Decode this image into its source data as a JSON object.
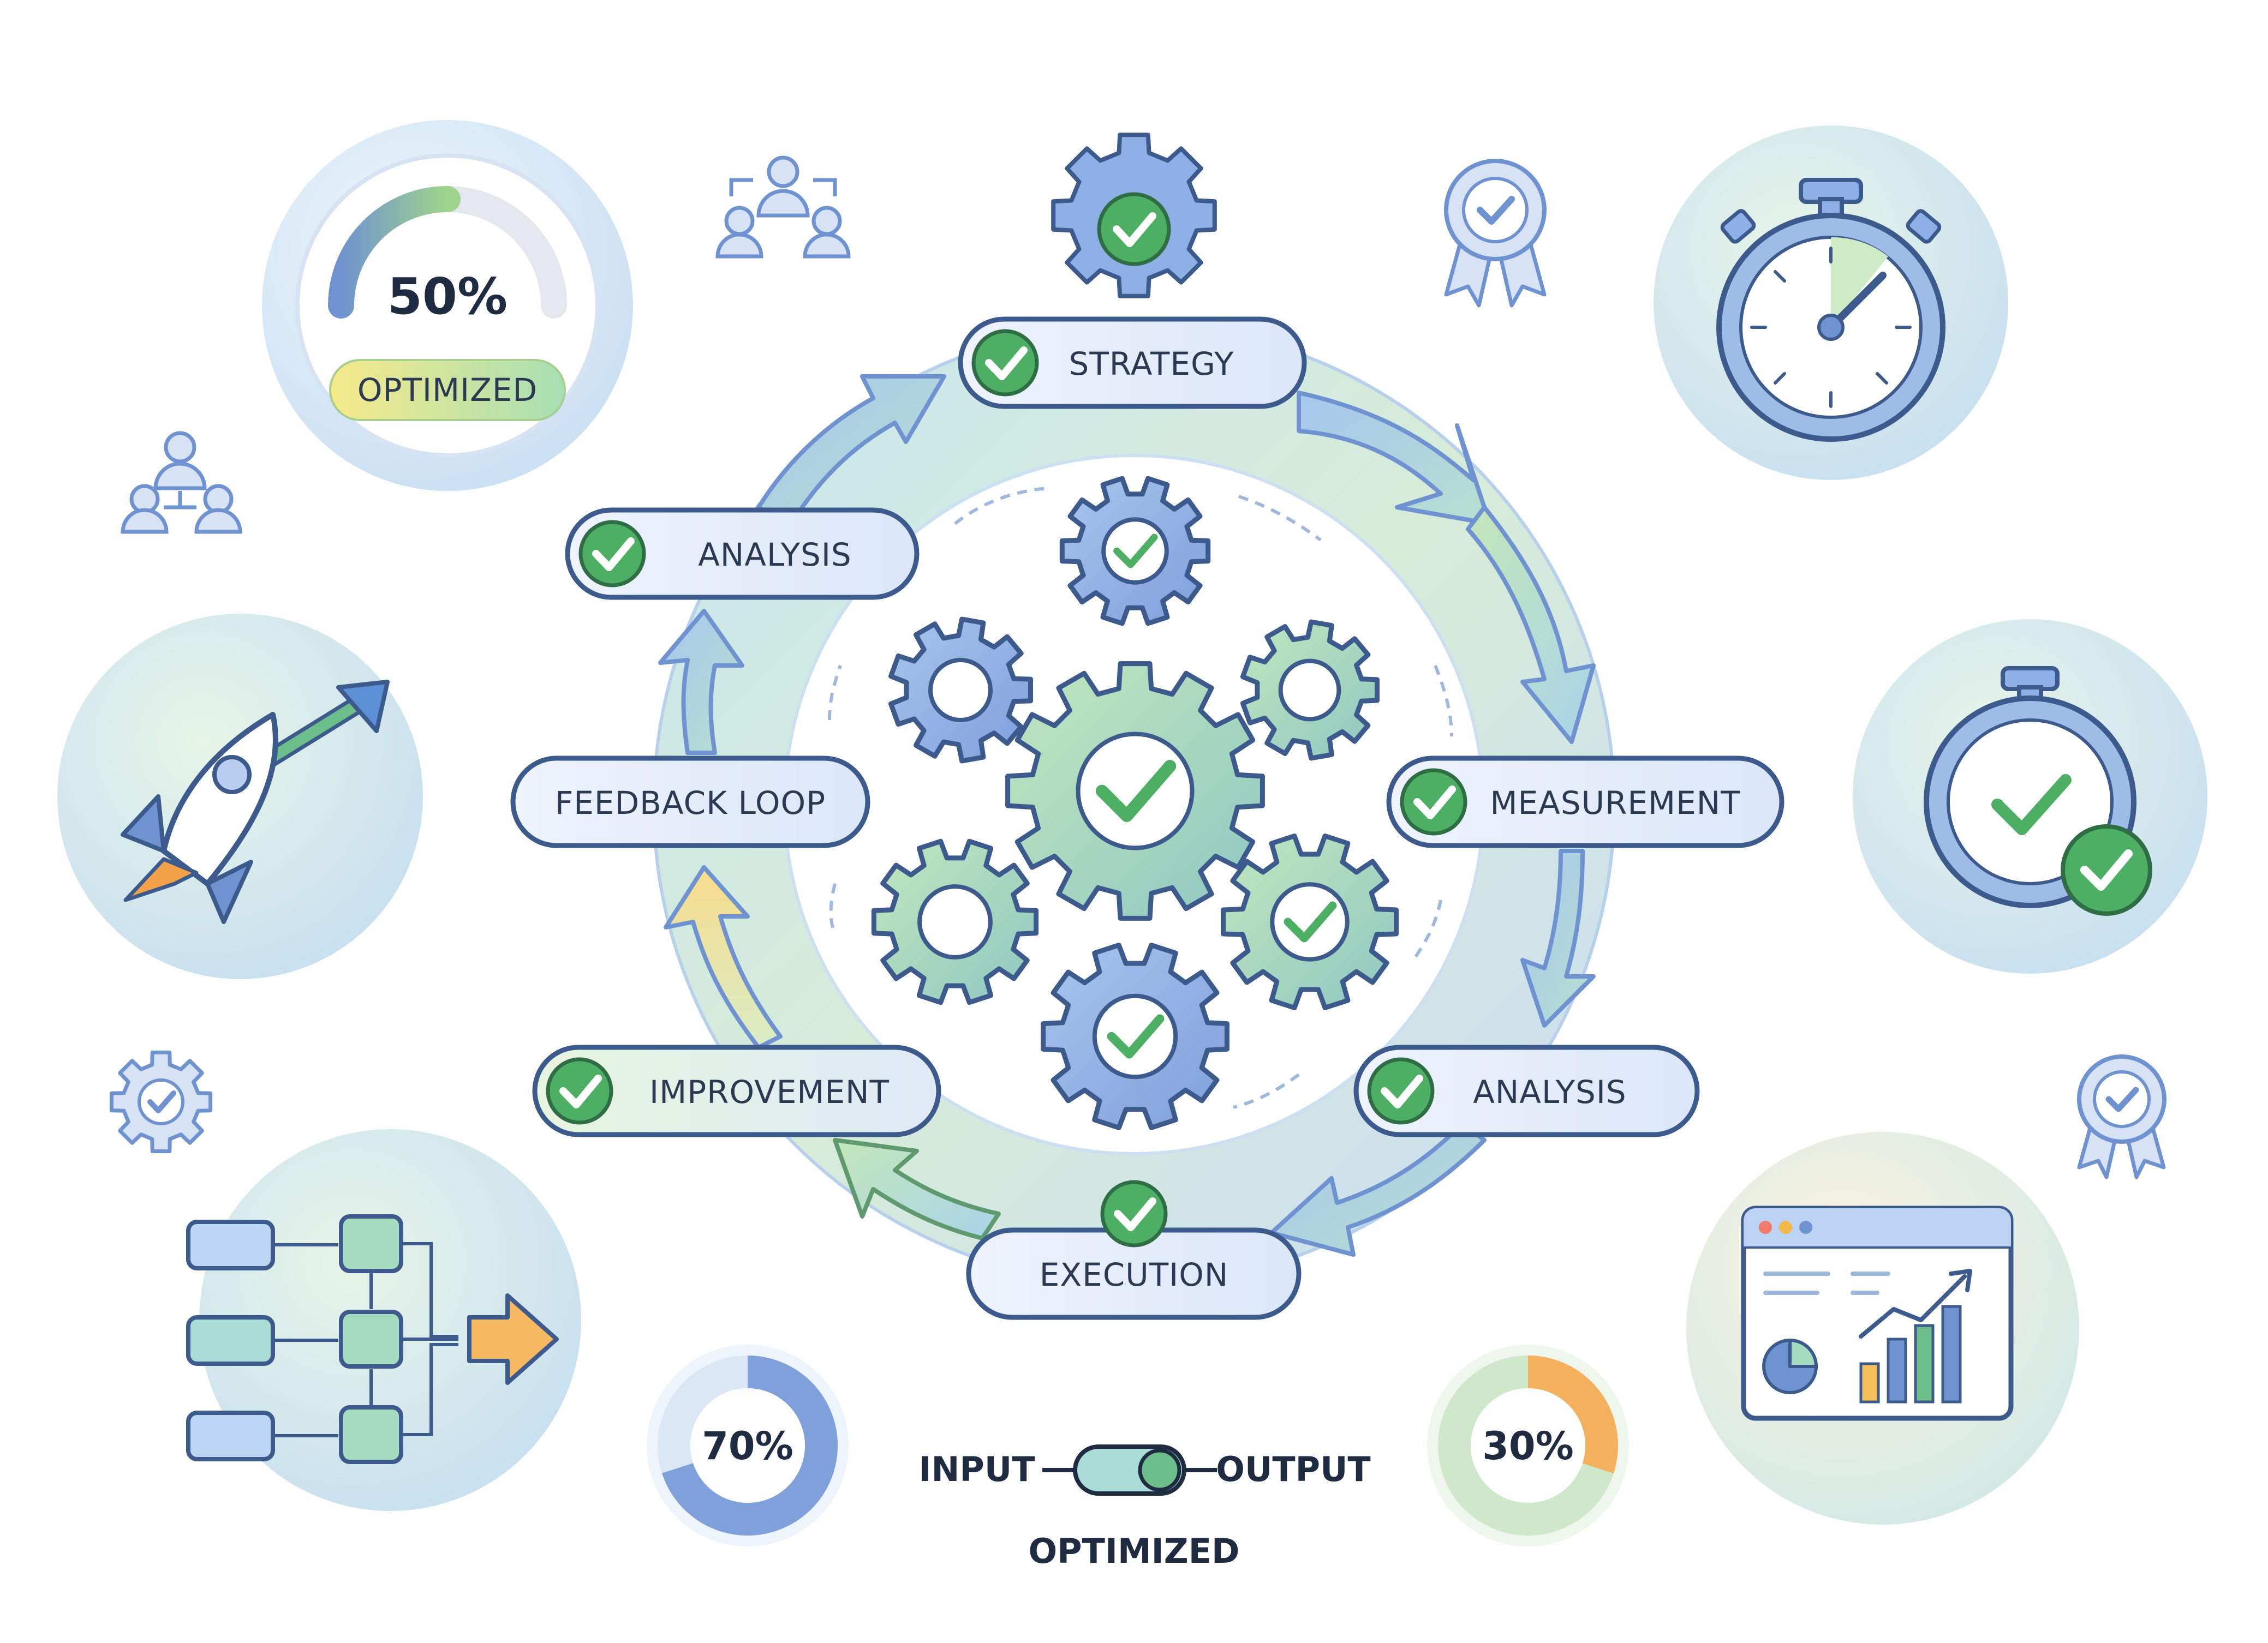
{
  "cycle": {
    "stages": {
      "strategy": "STRATEGY",
      "measurement": "MEASUREMENT",
      "analysis_right": "ANALYSIS",
      "execution": "EXECUTION",
      "improvement": "IMPROVEMENT",
      "feedback_loop": "FEEDBACK LOOP",
      "analysis_left": "ANALYSIS"
    }
  },
  "gauge": {
    "value": "50%",
    "badge": "OPTIMIZED",
    "fraction": 0.5
  },
  "progress_left": {
    "value": "70%",
    "fraction": 0.7
  },
  "progress_right": {
    "value": "30%",
    "fraction": 0.3
  },
  "io": {
    "input": "INPUT",
    "output": "OUTPUT",
    "caption": "OPTIMIZED"
  },
  "colors": {
    "navy": "#3c5a8c",
    "blue": "#6f93d0",
    "light_blue": "#c9dcf5",
    "green": "#4caf63",
    "light_green": "#cdebc4",
    "orange": "#f3a24a"
  }
}
